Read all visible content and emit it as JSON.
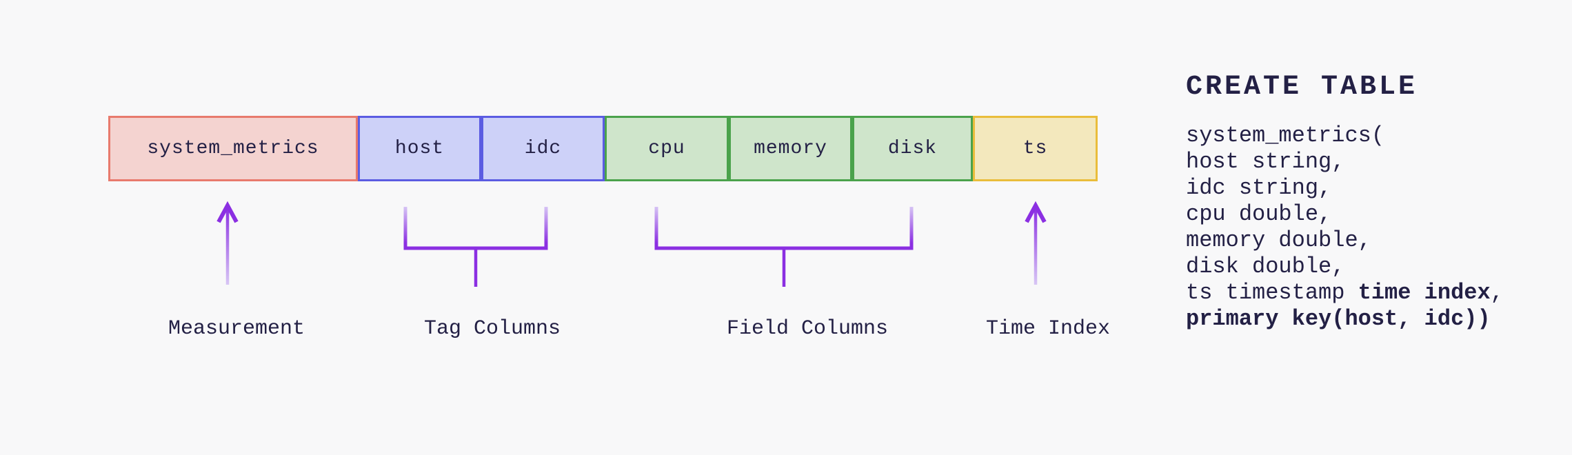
{
  "colors": {
    "background": "#f8f8f9",
    "ink": "#232045",
    "purple": "#8b2fe2",
    "purple_light": "#d9c9f5",
    "measurement_fill": "#f4d3d0",
    "measurement_border": "#e87a6d",
    "tag_fill": "#cdd1f8",
    "tag_border": "#5b5ce2",
    "field_fill": "#cfe5cb",
    "field_border": "#4aa24b",
    "time_fill": "#f3e8bd",
    "time_border": "#eabd3b"
  },
  "table_row": {
    "cells": [
      {
        "label": "system_metrics",
        "role": "measurement"
      },
      {
        "label": "host",
        "role": "tag"
      },
      {
        "label": "idc",
        "role": "tag"
      },
      {
        "label": "cpu",
        "role": "field"
      },
      {
        "label": "memory",
        "role": "field"
      },
      {
        "label": "disk",
        "role": "field"
      },
      {
        "label": "ts",
        "role": "time"
      }
    ]
  },
  "annotations": {
    "measurement_label": "Measurement",
    "tag_label": "Tag Columns",
    "field_label": "Field Columns",
    "time_label": "Time Index"
  },
  "sql": {
    "title": "CREATE TABLE",
    "lines": [
      [
        {
          "t": "system_metrics(",
          "b": false
        }
      ],
      [
        {
          "t": "host string,",
          "b": false
        }
      ],
      [
        {
          "t": "idc string,",
          "b": false
        }
      ],
      [
        {
          "t": "cpu double,",
          "b": false
        }
      ],
      [
        {
          "t": "memory double,",
          "b": false
        }
      ],
      [
        {
          "t": "disk double,",
          "b": false
        }
      ],
      [
        {
          "t": "ts timestamp ",
          "b": false
        },
        {
          "t": "time index",
          "b": true
        },
        {
          "t": ",",
          "b": false
        }
      ],
      [
        {
          "t": "primary key(host, idc))",
          "b": true
        }
      ]
    ]
  }
}
